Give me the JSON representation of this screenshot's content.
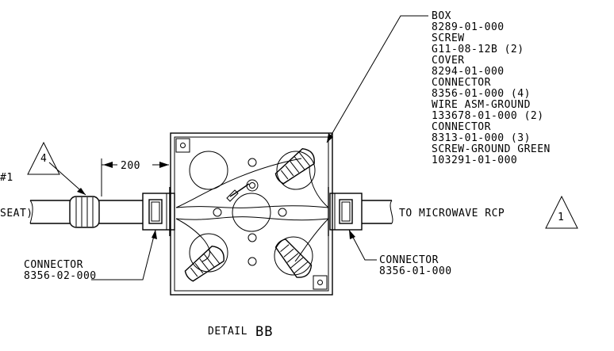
{
  "callout": {
    "lines": [
      "BOX",
      "8289-01-000",
      "SCREW",
      "G11-08-12B (2)",
      "COVER",
      "8294-01-000",
      "CONNECTOR",
      "8356-01-000 (4)",
      "WIRE ASM-GROUND",
      "133678-01-000 (2)",
      "CONNECTOR",
      "8313-01-000 (3)",
      "SCREW-GROUND GREEN",
      "103291-01-000"
    ]
  },
  "left_labels": {
    "hash_fragment": "#1",
    "seat_fragment": "SEAT)"
  },
  "dimension": {
    "value": "200"
  },
  "right_label": {
    "text": "TO MICROWAVE RCP"
  },
  "flags": {
    "left_note": "4",
    "right_note": "1"
  },
  "connector_left": {
    "name": "CONNECTOR",
    "part": "8356-02-000"
  },
  "connector_right": {
    "name": "CONNECTOR",
    "part": "8356-01-000"
  },
  "detail": {
    "prefix": "DETAIL",
    "letters": "BB"
  }
}
